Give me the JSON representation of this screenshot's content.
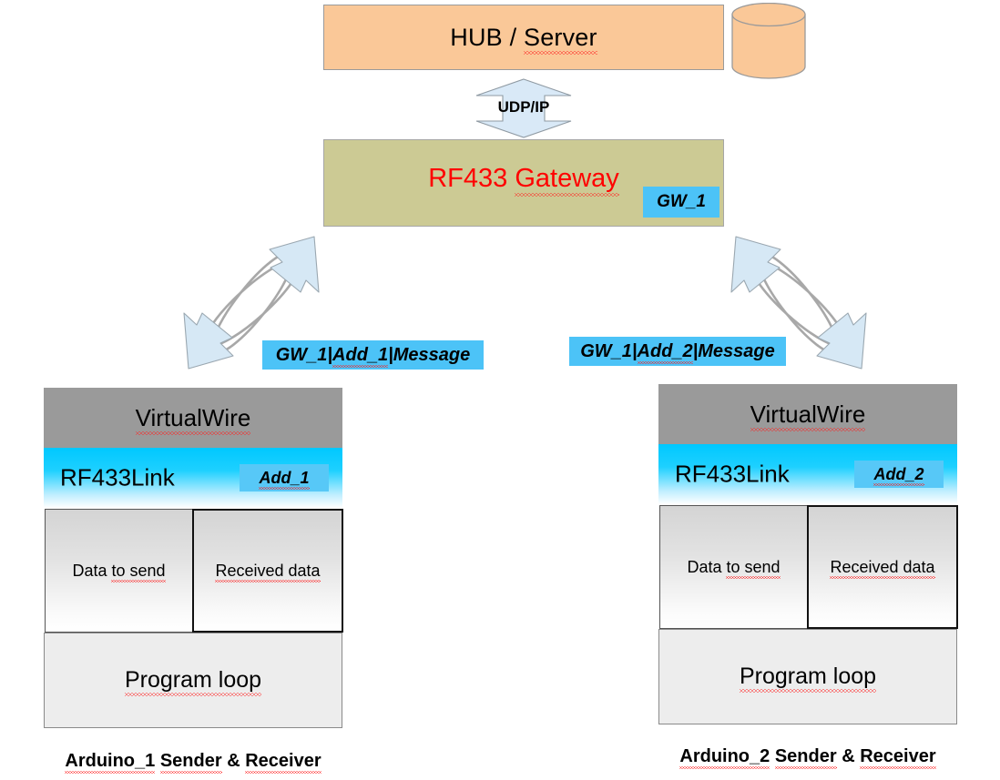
{
  "diagram": {
    "title_hidden": "",
    "hub": {
      "label": "HUB / Server",
      "fill": "#fac898",
      "database_icon": "database-cylinder-icon"
    },
    "udp_link": {
      "label": "UDP/IP",
      "fill": "#d9e9f7",
      "shape": "up-down-arrow"
    },
    "gateway": {
      "label": "RF433 Gateway",
      "label_color": "#ff0000",
      "fill": "#ccca94",
      "badge": "GW_1",
      "badge_fill": "#4cc3f7"
    },
    "radio_links": [
      {
        "id": "left",
        "message": "GW_1|Add_1|Message",
        "badge_fill": "#4cc3f7",
        "arrow_fill": "#d6e8f5"
      },
      {
        "id": "right",
        "message": "GW_1|Add_2|Message",
        "badge_fill": "#4cc3f7",
        "arrow_fill": "#d6e8f5"
      }
    ],
    "nodes": [
      {
        "id": "arduino_1",
        "virtualwire": "VirtualWire",
        "rf_link": "RF433Link",
        "address_badge": "Add_1",
        "data_to_send": "Data to send",
        "received_data": "Received data",
        "program_loop": "Program loop",
        "caption": "Arduino_1 Sender & Receiver",
        "band_fill": "#9a9a9a",
        "rf_fill": "#00c8ff"
      },
      {
        "id": "arduino_2",
        "virtualwire": "VirtualWire",
        "rf_link": "RF433Link",
        "address_badge": "Add_2",
        "data_to_send": "Data to send",
        "received_data": "Received data",
        "program_loop": "Program loop",
        "caption": "Arduino_2 Sender & Receiver",
        "band_fill": "#9a9a9a",
        "rf_fill": "#00c8ff"
      }
    ]
  }
}
